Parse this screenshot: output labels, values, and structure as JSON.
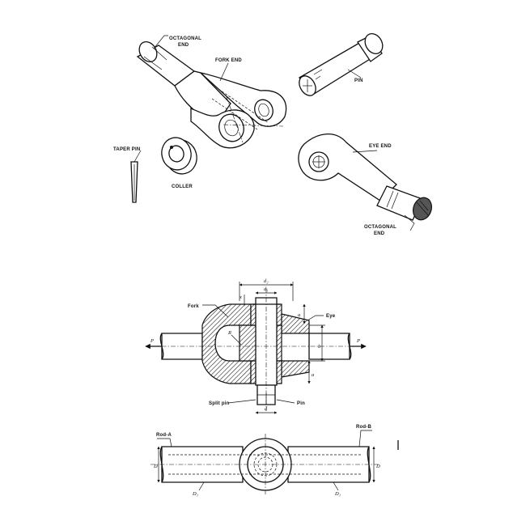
{
  "labels": {
    "octagonal_end_top_1": "OCTAGONAL",
    "octagonal_end_top_2": "END",
    "fork_end": "FORK END",
    "pin": "PIN",
    "taper_pin": "TAPER PIN",
    "coller": "COLLER",
    "eye_end": "EYE END",
    "octagonal_end_bottom_1": "OCTAGONAL",
    "octagonal_end_bottom_2": "END"
  },
  "section": {
    "fork": "Fork",
    "eye": "Eye",
    "split_pin": "Split pin",
    "pin": "Pin",
    "rod_a": "Rod-A",
    "rod_b": "Rod-B"
  },
  "dims": {
    "d2": "d₂",
    "d1": "d₁",
    "x": "x",
    "a_top": "a",
    "a_side": "a",
    "b": "b",
    "R": "R",
    "d": "d",
    "P_left": "P",
    "P_right": "P",
    "D_left": "D",
    "D_right": "D",
    "D1_left": "D₁",
    "D1_right": "D₁"
  },
  "colors": {
    "ink": "#111111",
    "paper": "#ffffff"
  }
}
